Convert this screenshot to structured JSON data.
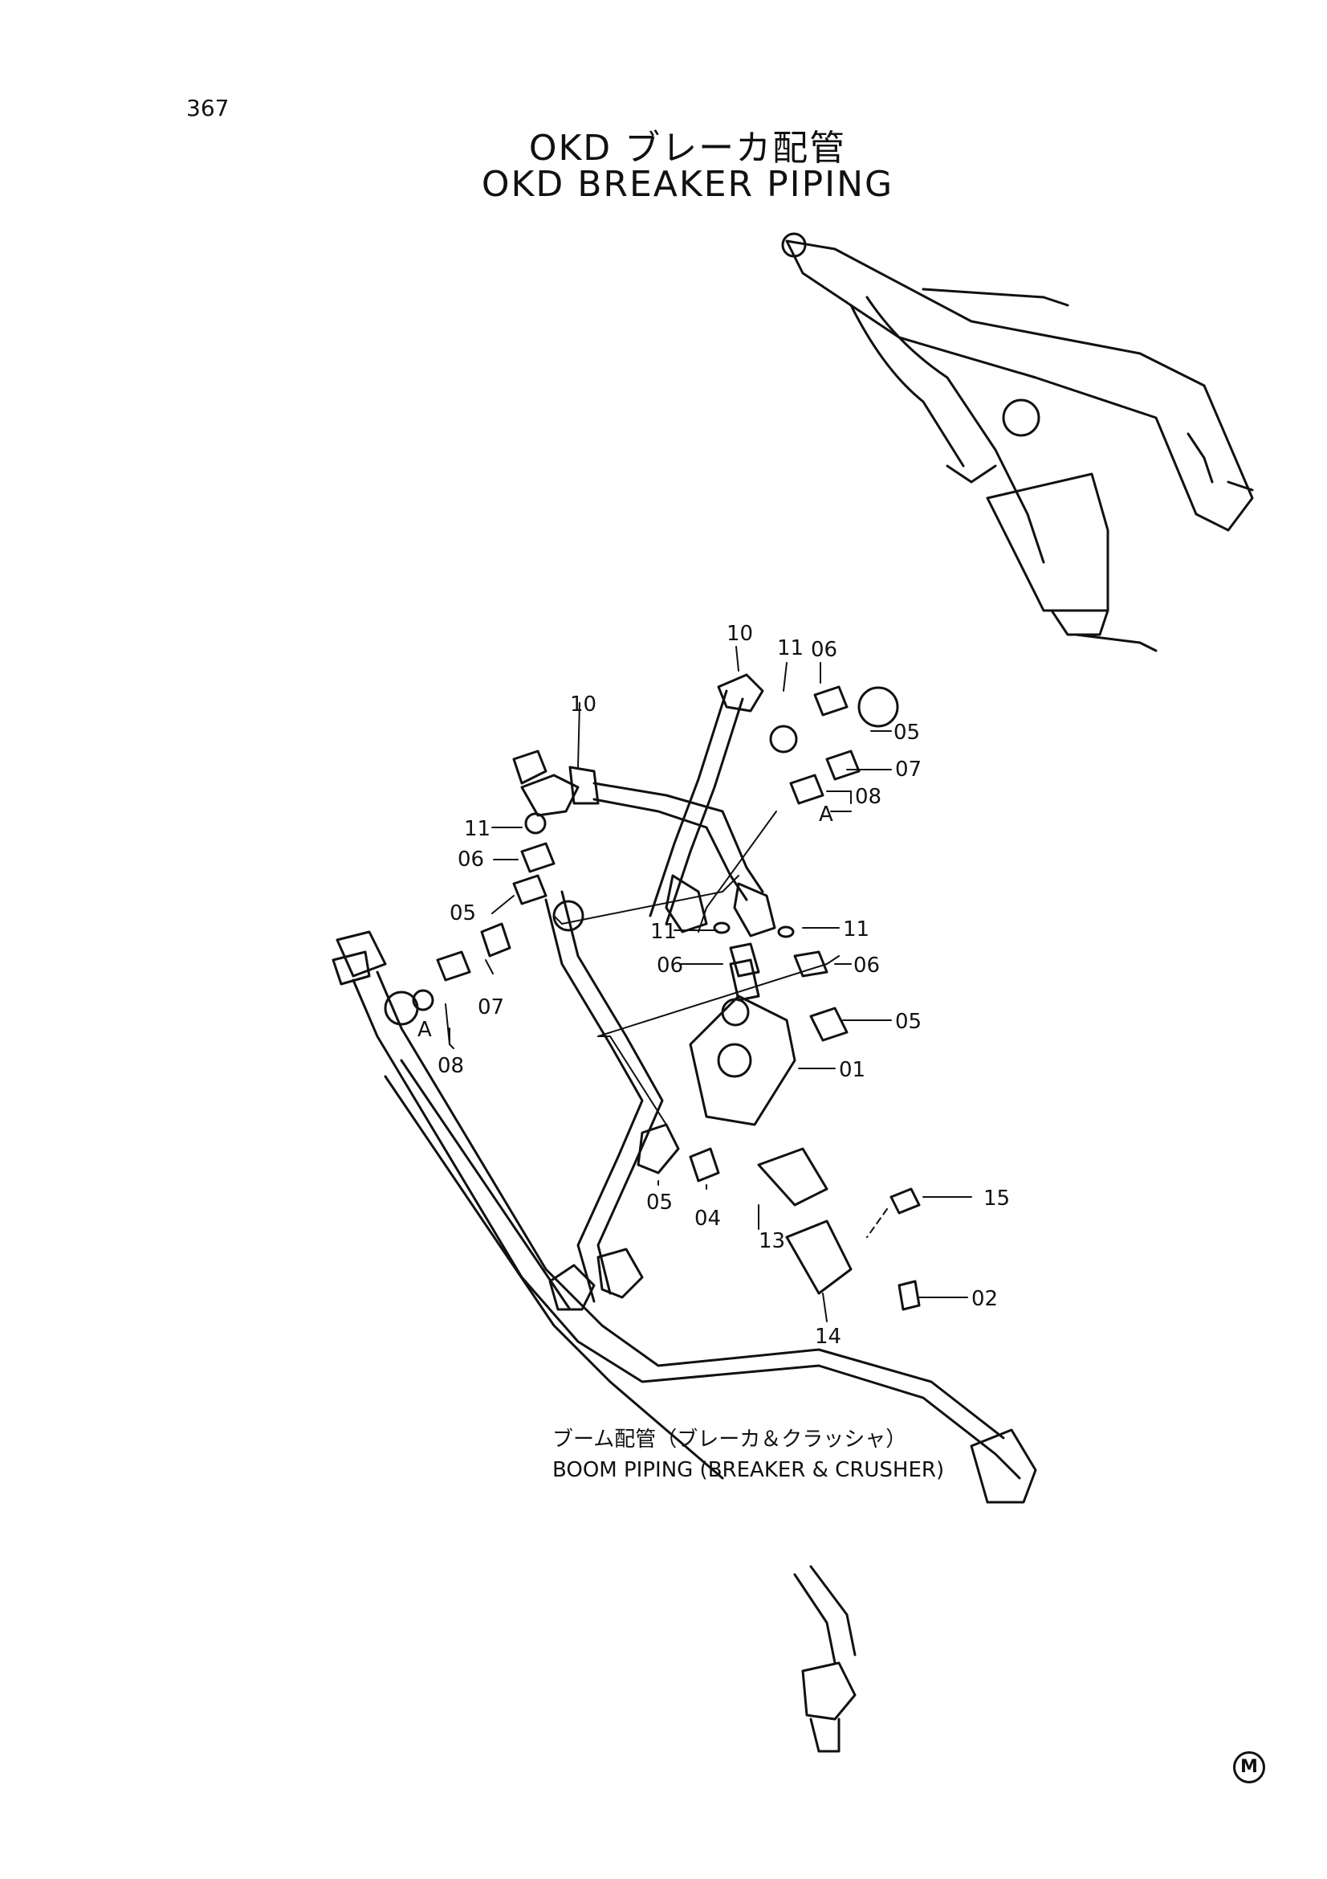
{
  "page_number": "367",
  "title_jp": "OKD ブレーカ配管",
  "title_en": "OKD BREAKER PIPING",
  "boom_label_jp": "ブーム配管（ブレーカ＆クラッシャ）",
  "boom_label_en": "BOOM PIPING (BREAKER & CRUSHER)",
  "corner_mark": "M",
  "callouts": {
    "c10a": "10",
    "c11a": "11",
    "c06a": "06",
    "c05a": "05",
    "c07a": "07",
    "c08a": "08",
    "cAa": "A",
    "c10b": "10",
    "c11b": "11",
    "c06b": "06",
    "c05b": "05",
    "c07b": "07",
    "cAb": "A",
    "c08b": "08",
    "c11c": "11",
    "c06c": "06",
    "c11d": "11",
    "c06d": "06",
    "c05c": "05",
    "c01": "01",
    "c05d": "05",
    "c04": "04",
    "c13": "13",
    "c15": "15",
    "c02": "02",
    "c14": "14"
  }
}
